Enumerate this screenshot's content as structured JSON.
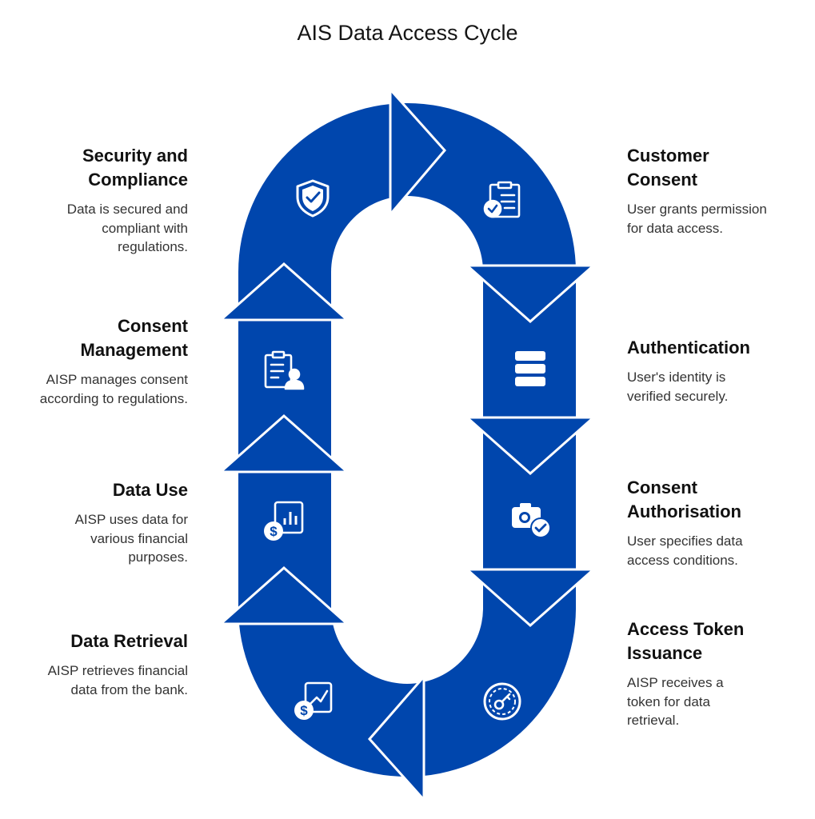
{
  "title": "AIS Data Access Cycle",
  "colors": {
    "band": "#0046AD",
    "icon": "#ffffff",
    "background": "#ffffff"
  },
  "steps": [
    {
      "id": "customer-consent",
      "title": "Customer Consent",
      "description": "User grants permission for data access.",
      "icon": "clipboard-check-icon"
    },
    {
      "id": "authentication",
      "title": "Authentication",
      "description": "User's identity is verified securely.",
      "icon": "stack-icon"
    },
    {
      "id": "consent-authorisation",
      "title": "Consent Authorisation",
      "description": "User specifies data access conditions.",
      "icon": "camera-check-icon"
    },
    {
      "id": "access-token-issuance",
      "title": "Access Token Issuance",
      "description": "AISP receives a token for data retrieval.",
      "icon": "key-token-icon"
    },
    {
      "id": "data-retrieval",
      "title": "Data Retrieval",
      "description": "AISP retrieves financial data from the bank.",
      "icon": "dollar-chart-icon"
    },
    {
      "id": "data-use",
      "title": "Data Use",
      "description": "AISP uses data for various financial purposes.",
      "icon": "dollar-report-icon"
    },
    {
      "id": "consent-management",
      "title": "Consent Management",
      "description": "AISP manages consent according to regulations.",
      "icon": "clipboard-user-icon"
    },
    {
      "id": "security-compliance",
      "title": "Security and Compliance",
      "description": "Data is secured and compliant with regulations.",
      "icon": "shield-check-icon"
    }
  ]
}
